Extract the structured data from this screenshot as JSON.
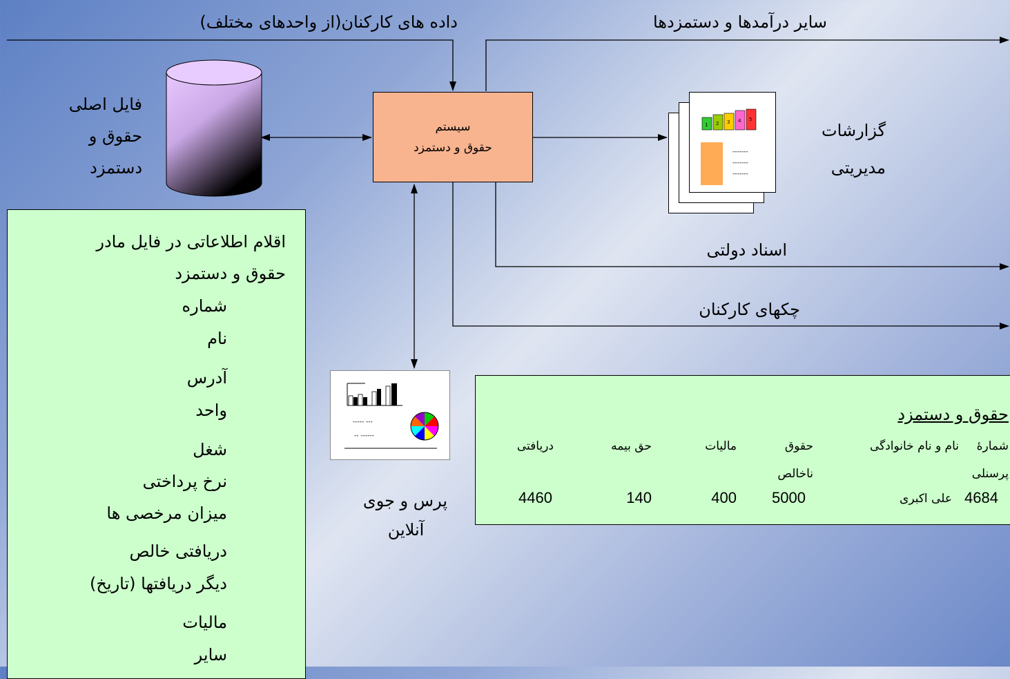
{
  "labels": {
    "employee_data": "داده های کارکنان(از واحدهای مختلف)",
    "other_income": "سایر درآمدها و دستمزدها",
    "master_file": [
      "فایل اصلی",
      "حقوق و",
      "دستمزد"
    ],
    "system": [
      "سیستم",
      "حقوق و دستمزد"
    ],
    "reports": [
      "گزارشات",
      "مدیریتی"
    ],
    "gov_docs": "اسناد دولتی",
    "employee_checks": "چکهای کارکنان",
    "inquiry": [
      "پرس و جوی",
      "آنلاین"
    ]
  },
  "master_items": {
    "title": [
      "اقلام اطلاعاتی در فایل مادر",
      "حقوق و دستمزد"
    ],
    "fields": [
      "شماره",
      "نام",
      "آدرس",
      "واحد",
      "شغل",
      "نرخ پرداختی",
      "میزان مرخصی ها",
      "دریافتی خالص",
      "دیگر دریافتها (تاریخ)",
      "مالیات",
      "سایر"
    ]
  },
  "payroll": {
    "title": "حقوق و دستمزد",
    "headers": {
      "id": [
        "شمارهٔ",
        "پرسنلی"
      ],
      "name": "نام و نام خانوادگی",
      "gross": [
        "حقوق",
        "ناخالص"
      ],
      "tax": "مالیات",
      "insurance": "حق بیمه",
      "net": "دریافتی"
    },
    "row": {
      "id": "4684",
      "name": "علی اکبری",
      "gross": "5000",
      "tax": "400",
      "insurance": "140",
      "net": "4460"
    }
  },
  "report_icon": {
    "bar_numbers": [
      "1",
      "2",
      "3",
      "4",
      "5"
    ],
    "dashes": [
      "-------",
      "-------",
      "-------"
    ]
  },
  "inquiry_icon": {
    "text_lines": [
      "----- ---",
      "-- ------"
    ]
  }
}
